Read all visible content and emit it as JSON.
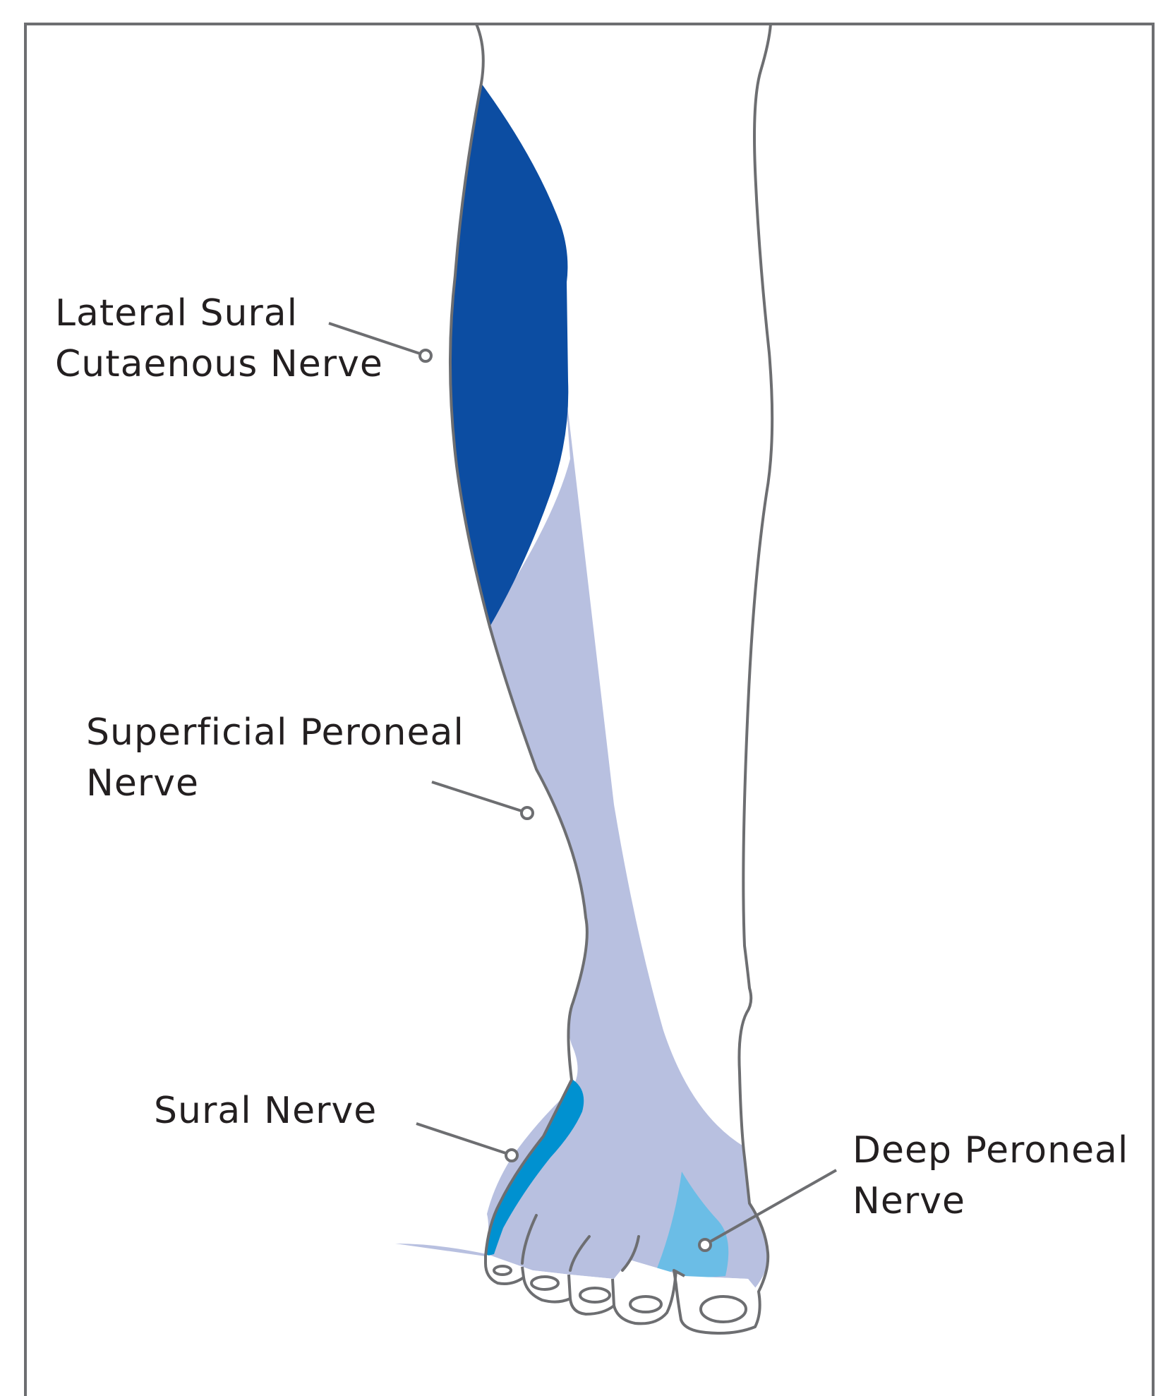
{
  "labels": {
    "lateral_sural": {
      "line1": "Lateral Sural",
      "line2": "Cutaenous Nerve"
    },
    "superficial_peroneal": {
      "line1": "Superficial Peroneal",
      "line2": "Nerve"
    },
    "sural": {
      "line1": "Sural Nerve"
    },
    "deep_peroneal": {
      "line1": "Deep Peroneal",
      "line2": "Nerve"
    }
  },
  "colors": {
    "frame": "#6d6e71",
    "outline": "#6d6e71",
    "lateral_sural": "#0c4da2",
    "superficial_peroneal": "#b8c0e0",
    "sural": "#0091d0",
    "deep_peroneal": "#6bbde6"
  }
}
